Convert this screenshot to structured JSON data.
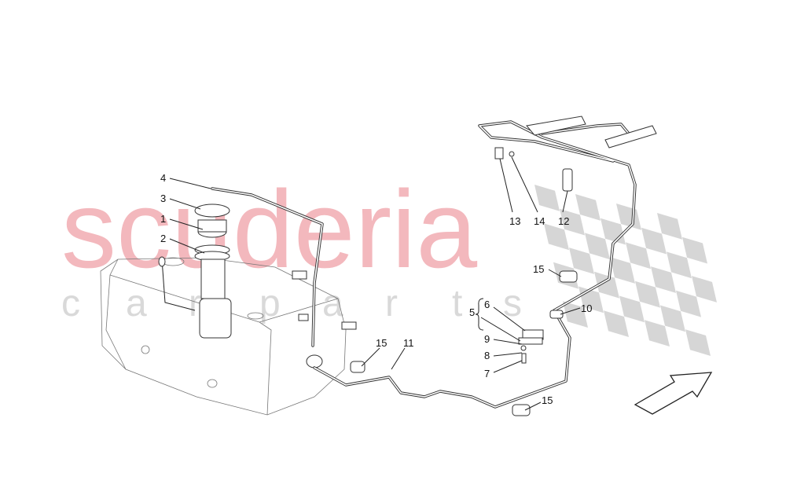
{
  "watermark": {
    "brand": "scuderia",
    "subtitle_letters": [
      "c",
      "a",
      "r",
      "p",
      "a",
      "r",
      "t",
      "s"
    ],
    "brand_color": "#f3b8bd",
    "subtitle_color": "#d9d9d9",
    "flag_color": "#d6d6d6"
  },
  "callouts": [
    {
      "id": "c4",
      "text": "4"
    },
    {
      "id": "c3",
      "text": "3"
    },
    {
      "id": "c1",
      "text": "1"
    },
    {
      "id": "c2",
      "text": "2"
    },
    {
      "id": "c13",
      "text": "13"
    },
    {
      "id": "c14",
      "text": "14"
    },
    {
      "id": "c12",
      "text": "12"
    },
    {
      "id": "c15a",
      "text": "15"
    },
    {
      "id": "c10",
      "text": "10"
    },
    {
      "id": "c5",
      "text": "5"
    },
    {
      "id": "c6",
      "text": "6"
    },
    {
      "id": "c9",
      "text": "9"
    },
    {
      "id": "c8",
      "text": "8"
    },
    {
      "id": "c7",
      "text": "7"
    },
    {
      "id": "c11",
      "text": "11"
    },
    {
      "id": "c15b",
      "text": "15"
    },
    {
      "id": "c15c",
      "text": "15"
    }
  ],
  "direction_arrow": "arrow-up-right"
}
